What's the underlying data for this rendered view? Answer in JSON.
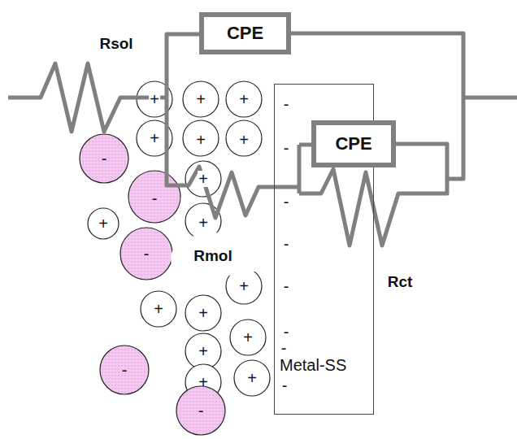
{
  "diagram": {
    "nodes": [
      {
        "text": [
          "CPE"
        ]
      },
      {
        "text": [
          "CPE"
        ]
      },
      {
        "text": [
          "Metal-SS"
        ]
      }
    ],
    "edges": [
      {
        "from": 0,
        "to": 1,
        "arrow": "none"
      }
    ],
    "labels": [
      "Rsol",
      "+",
      "+",
      "+",
      "-",
      "+",
      "+",
      "+",
      "-",
      "-",
      "+",
      "-",
      "-",
      "+",
      "+",
      "-",
      "Rmol",
      "-",
      "Rct",
      "+",
      "-",
      "+",
      "+",
      "-",
      "+",
      "-",
      "+",
      "-",
      "+",
      "+",
      "-",
      "-"
    ]
  }
}
